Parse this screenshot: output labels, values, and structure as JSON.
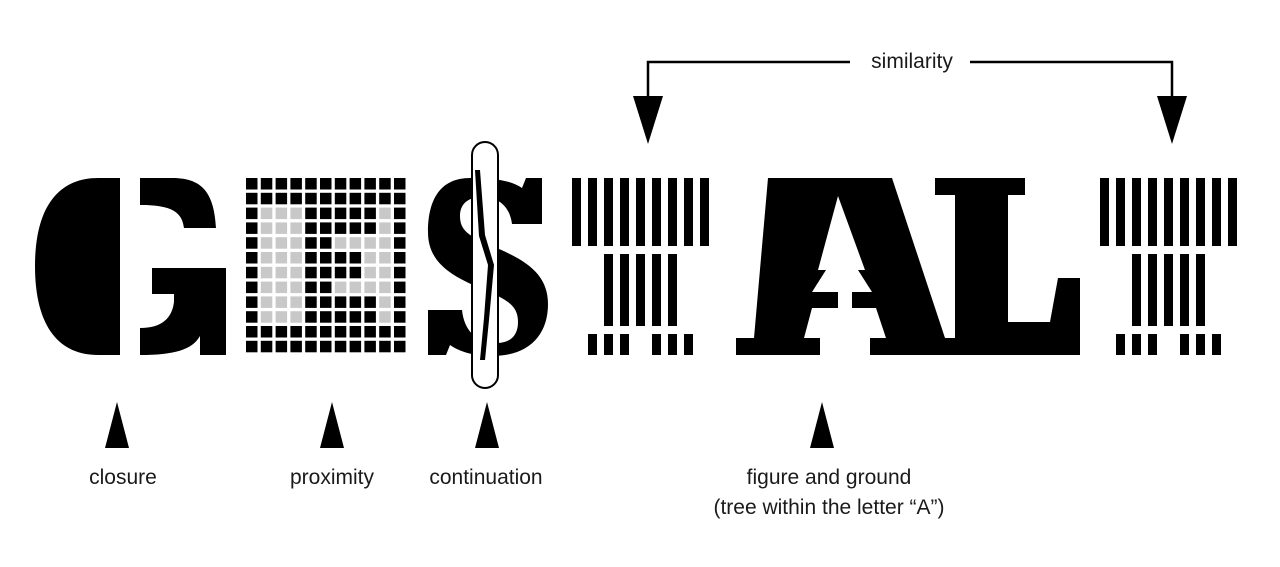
{
  "labels": {
    "similarity": "similarity",
    "closure": "closure",
    "proximity": "proximity",
    "continuation": "continuation",
    "figure_ground": "figure and ground",
    "figure_ground_note": "(tree within the letter “A”)"
  },
  "colors": {
    "ink": "#000000",
    "grid_light": "#c8c8c8",
    "background": "#ffffff"
  }
}
